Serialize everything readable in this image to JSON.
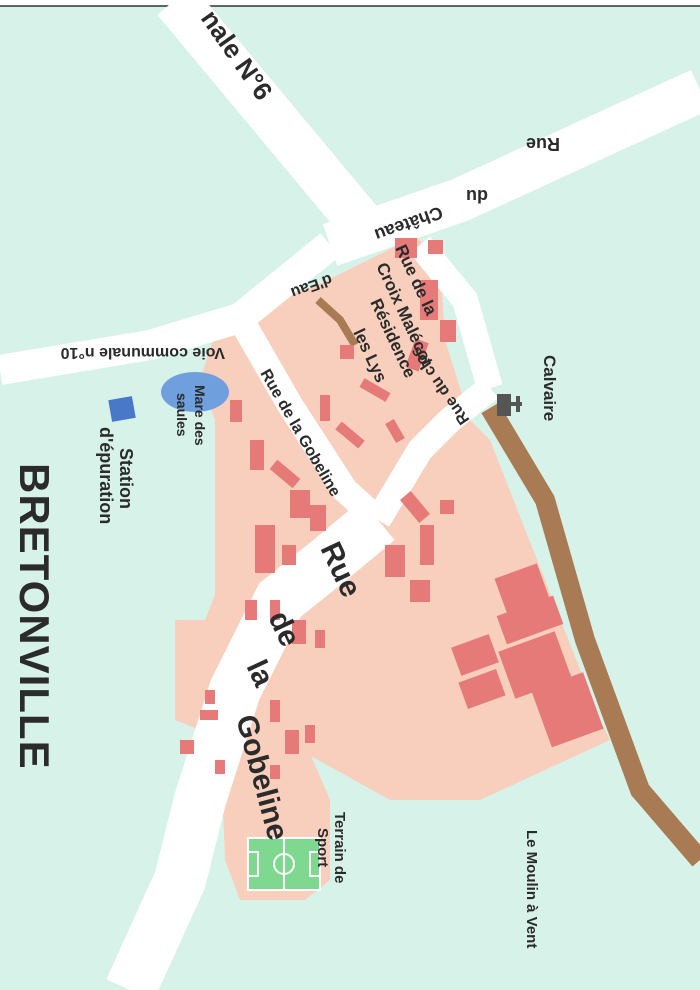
{
  "map": {
    "village_name": "BRETONVILLE",
    "colors": {
      "background": "#d7f2e8",
      "built_zone": "#f8cfbd",
      "building": "#e57a78",
      "road": "#ffffff",
      "path": "#a87b55",
      "water": "#6f9fdc",
      "station": "#4a78c8",
      "field": "#7fd88f",
      "label": "#2b2b2b"
    },
    "roads": {
      "nationale": "nale N°6",
      "chateau_rue": "Rue",
      "chateau_du": "du",
      "chateau_name": "Château",
      "eau": "d'Eau",
      "croix_1": "Rue de la",
      "croix_2": "Croix Malécot",
      "gobeline_small": "Rue de la Gobeline",
      "gobeline_1": "Rue",
      "gobeline_2": "de",
      "gobeline_3": "la",
      "gobeline_4": "Gobeline",
      "clos": "Rue du clos",
      "voie_communale": "Voie communale n°10"
    },
    "places": {
      "residence_1": "Résidence",
      "residence_2": "les Lys",
      "mare_1": "Mare des",
      "mare_2": "saules",
      "station_1": "Station",
      "station_2": "d'épuration",
      "calvaire": "Calvaire",
      "terrain_1": "Terrain de",
      "terrain_2": "Sport",
      "moulin": "Le Moulin à Vent"
    },
    "icons": [
      "calvary-cross-icon",
      "water-treatment-icon"
    ]
  }
}
